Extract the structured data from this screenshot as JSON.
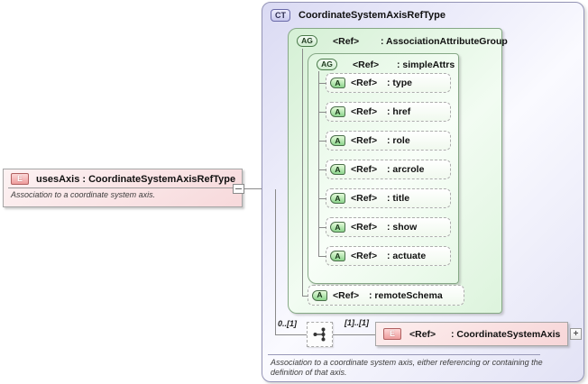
{
  "colors": {
    "element_fill": "#f7d9db",
    "element_border": "#a6a6a6",
    "complex_type_fill": "#e2e2f5",
    "complex_type_border": "#9494b6",
    "attribute_group_fill": "#ddf4dd",
    "attribute_group_border": "#86a886",
    "attribute_fill_dashed": "#f0f9ee",
    "badge_element": "#ee9c9c",
    "badge_complex_type": "#c9c9ee",
    "badge_attribute_group": "#cfeccf",
    "badge_attribute": "#8cd48c"
  },
  "uses_axis": {
    "badge": "E",
    "title": "usesAxis : CoordinateSystemAxisRefType",
    "annotation": "Association to a coordinate system axis."
  },
  "complex_type": {
    "badge": "CT",
    "title": "CoordinateSystemAxisRefType",
    "annotation": "Association to a coordinate system axis, either referencing or containing the definition of that axis.",
    "association_attribute_group": {
      "badge": "AG",
      "ref": "<Ref>",
      "name": ": AssociationAttributeGroup",
      "simple_attrs": {
        "badge": "AG",
        "ref": "<Ref>",
        "name": ": simpleAttrs",
        "attributes": [
          {
            "badge": "A",
            "ref": "<Ref>",
            "name": ": type"
          },
          {
            "badge": "A",
            "ref": "<Ref>",
            "name": ": href"
          },
          {
            "badge": "A",
            "ref": "<Ref>",
            "name": ": role"
          },
          {
            "badge": "A",
            "ref": "<Ref>",
            "name": ": arcrole"
          },
          {
            "badge": "A",
            "ref": "<Ref>",
            "name": ": title"
          },
          {
            "badge": "A",
            "ref": "<Ref>",
            "name": ": show"
          },
          {
            "badge": "A",
            "ref": "<Ref>",
            "name": ": actuate"
          }
        ]
      },
      "remote_schema": {
        "badge": "A",
        "ref": "<Ref>",
        "name": ": remoteSchema"
      }
    },
    "content_model": {
      "occurrence_outer": "0..[1]",
      "occurrence_inner": "[1]..[1]",
      "element_ref": {
        "badge": "E",
        "ref": "<Ref>",
        "name": ": CoordinateSystemAxis"
      },
      "expand_button": "+"
    }
  }
}
